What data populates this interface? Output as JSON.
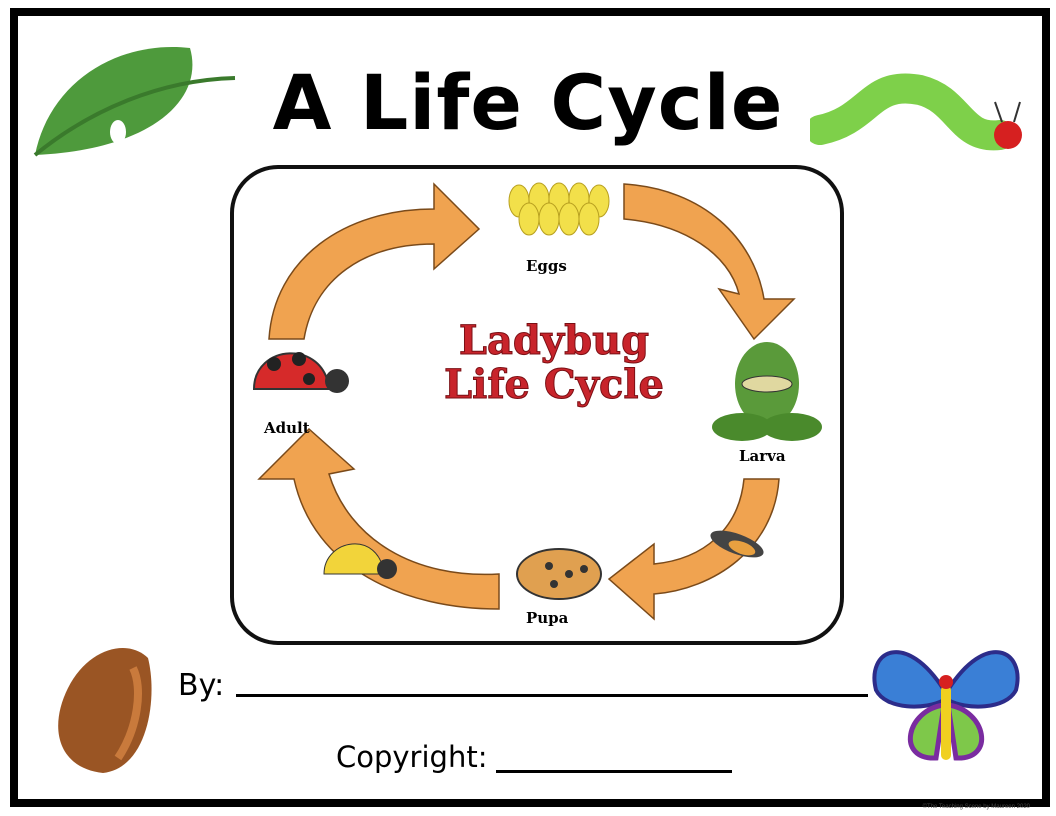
{
  "title": "A Life Cycle",
  "diagram": {
    "center_title_line1": "Ladybug",
    "center_title_line2": "Life Cycle",
    "stages": [
      "Eggs",
      "Larva",
      "Pupa",
      "Adult"
    ]
  },
  "form": {
    "by_label": "By:",
    "copyright_label": "Copyright:"
  },
  "credit": "©The Teaching Scene by Maureen 2020",
  "colors": {
    "arrow": "#f0a350",
    "ladybug": "#c8242b",
    "leaf": "#4a9a3a"
  }
}
